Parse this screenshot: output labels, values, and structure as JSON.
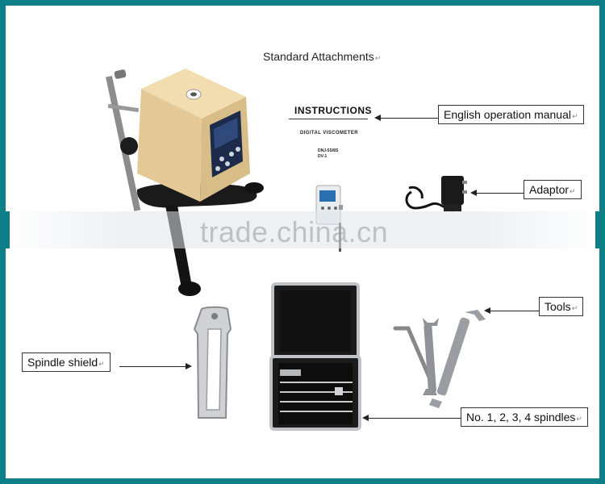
{
  "title": "Standard Attachments",
  "labels": {
    "manual": "English operation manual",
    "adaptor": "Adaptor",
    "tools": "Tools",
    "spindle_shield": "Spindle shield",
    "spindles": "No. 1, 2, 3, 4 spindles"
  },
  "manual_cover": {
    "heading": "INSTRUCTIONS",
    "subtitle": "DIGITAL VISCOMETER",
    "model_line1": "DNJ-5S/8S",
    "model_line2": "DV-1"
  },
  "watermark": "trade.china.cn",
  "colors": {
    "frame": "#0e7f86",
    "device_body": "#e9d2a3"
  }
}
